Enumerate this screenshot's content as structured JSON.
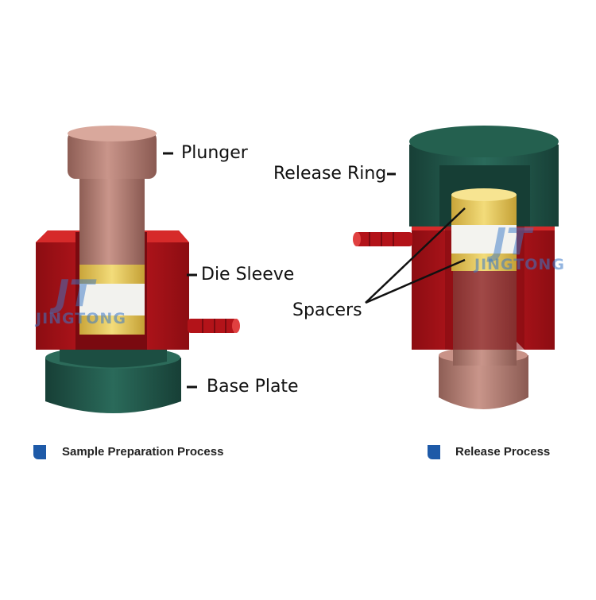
{
  "labels": {
    "plunger": "Plunger",
    "die_sleeve": "Die Sleeve",
    "base_plate": "Base Plate",
    "release_ring": "Release Ring",
    "spacers": "Spacers"
  },
  "captions": {
    "left": "Sample Preparation Process",
    "right": "Release Process"
  },
  "watermark": {
    "text": "JINGTONG",
    "logo": "JT"
  },
  "colors": {
    "red_body": "#b5141c",
    "dark_teal": "#1f5a4c",
    "copper": "#b98378",
    "gold_spacer": "#e8c95a",
    "white_sample": "#f4f4f0",
    "caption_bullet": "#1e5aa8"
  }
}
